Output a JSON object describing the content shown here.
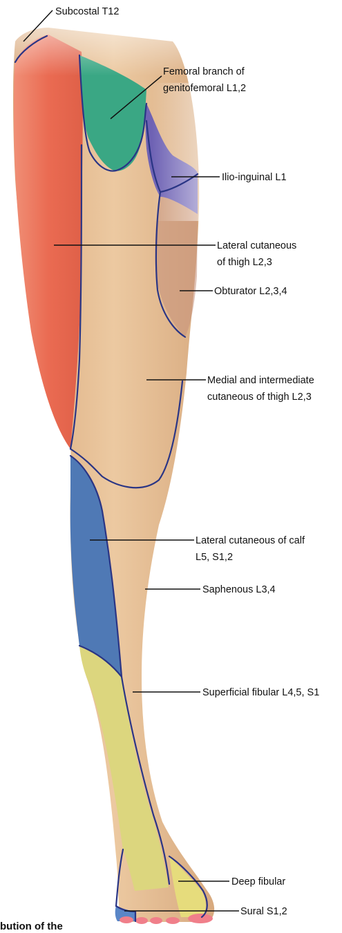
{
  "labels": {
    "subcostal": "Subcostal T12",
    "femoral_branch_1": "Femoral branch of",
    "femoral_branch_2": "genitofemoral L1,2",
    "ilio_inguinal": "Ilio-inguinal L1",
    "lat_cut_thigh_1": "Lateral cutaneous",
    "lat_cut_thigh_2": "of thigh L2,3",
    "obturator": "Obturator L2,3,4",
    "medial_int_1": "Medial and intermediate",
    "medial_int_2": "cutaneous of thigh L2,3",
    "lat_cut_calf_1": "Lateral cutaneous of calf",
    "lat_cut_calf_2": "L5, S1,2",
    "saphenous": "Saphenous L3,4",
    "superficial_fibular": "Superficial fibular L4,5, S1",
    "deep_fibular": "Deep fibular",
    "sural": "Sural S1,2"
  },
  "caption": "bution of the",
  "colors": {
    "skin": "#e2b98f",
    "subcostal_region": "#e86a52",
    "femoral_branch_region": "#3aa784",
    "ilio_inguinal_region": "#6e62b4",
    "lateral_cutaneous_thigh_region": "#ea6b52",
    "lateral_cutaneous_calf_region": "#4f79b5",
    "superficial_fibular_region": "#dcd67e",
    "deep_fibular_region": "#e6dc7c",
    "sural_region": "#5a86c7",
    "toenail_tips": "#f07f8a",
    "boundary_line": "#2a3585"
  }
}
